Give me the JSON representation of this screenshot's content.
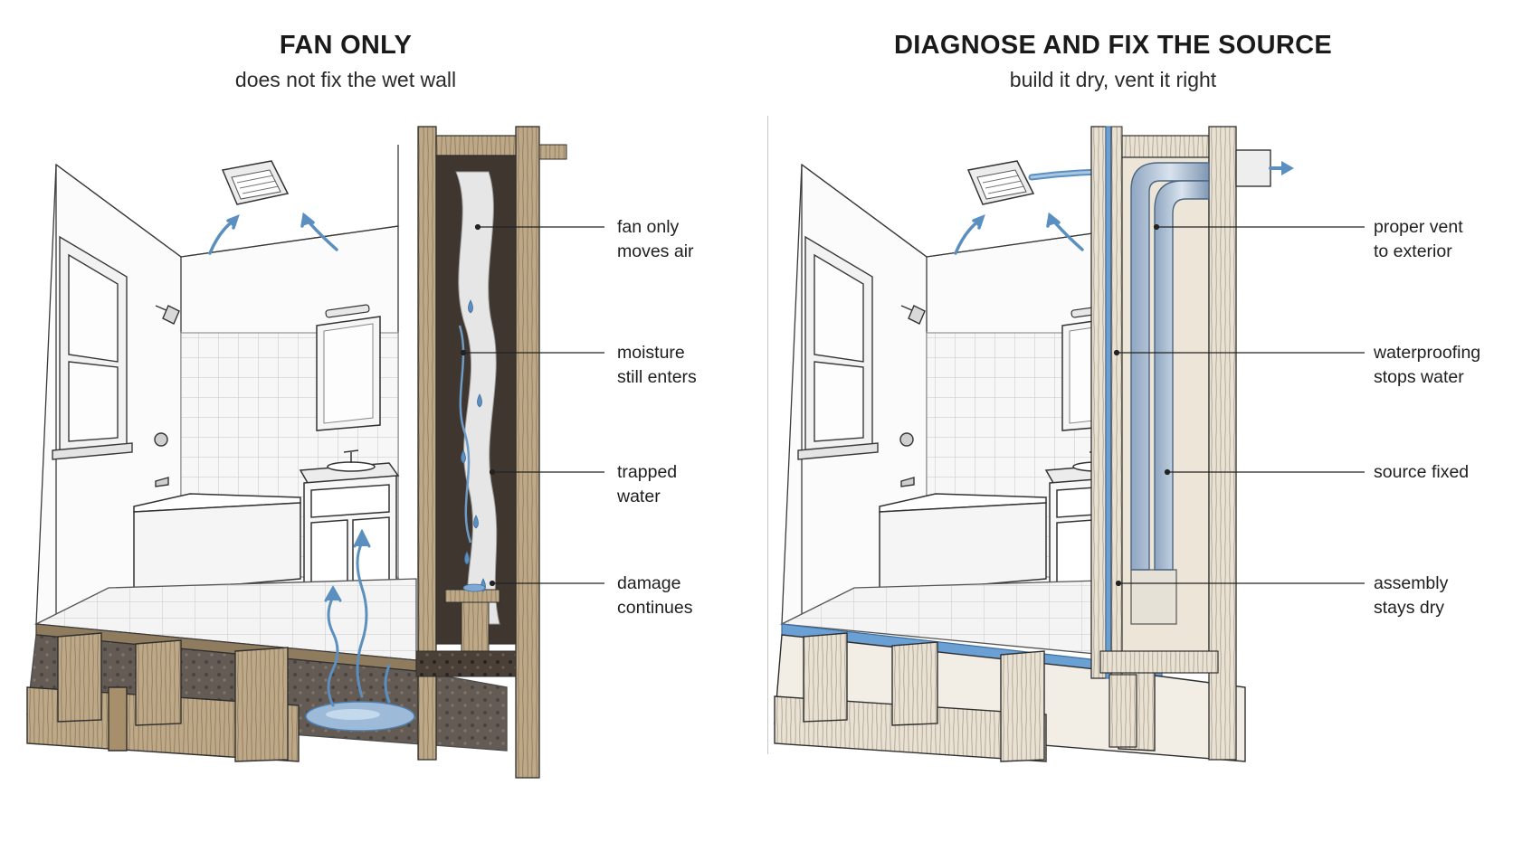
{
  "panels": {
    "left": {
      "title": "FAN ONLY",
      "subtitle": "does not fix the wet wall",
      "callouts": [
        {
          "line1": "fan only",
          "line2": "moves air"
        },
        {
          "line1": "moisture",
          "line2": "still enters"
        },
        {
          "line1": "trapped",
          "line2": "water"
        },
        {
          "line1": "damage",
          "line2": "continues"
        }
      ]
    },
    "right": {
      "title": "DIAGNOSE AND FIX THE SOURCE",
      "subtitle": "build it dry, vent it right",
      "callouts": [
        {
          "line1": "proper vent",
          "line2": "to exterior"
        },
        {
          "line1": "waterproofing",
          "line2": "stops water"
        },
        {
          "line1": "source fixed",
          "line2": ""
        },
        {
          "line1": "assembly",
          "line2": "stays dry"
        }
      ]
    }
  },
  "colors": {
    "ink": "#2b2b2b",
    "water": "#5b8fc0",
    "waterproofing": "#6aa0d4",
    "wood": "#a08a6a",
    "rot": "#3a332c"
  }
}
